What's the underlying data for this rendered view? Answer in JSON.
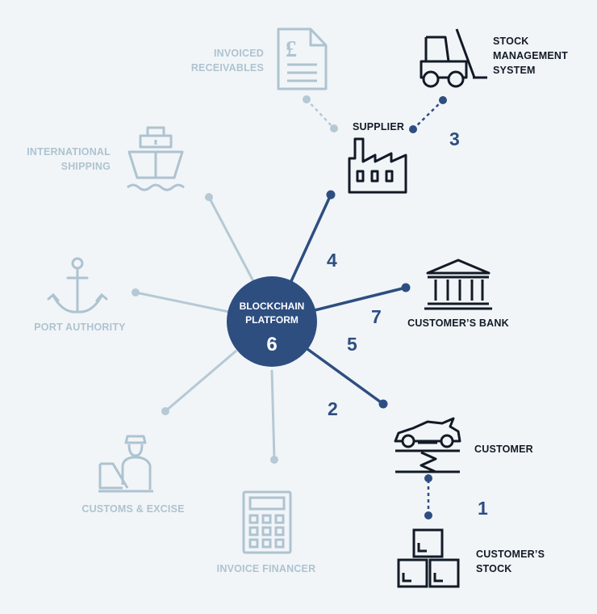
{
  "hub": {
    "line1": "BLOCKCHAIN",
    "line2": "PLATFORM",
    "step": "6"
  },
  "nodes": {
    "invoiced_receivables": {
      "line1": "INVOICED",
      "line2": "RECEIVABLES",
      "icon": "invoice-pound-icon"
    },
    "international_shipping": {
      "line1": "INTERNATIONAL",
      "line2": "SHIPPING",
      "icon": "ship-icon"
    },
    "port_authority": {
      "label": "PORT AUTHORITY",
      "icon": "anchor-icon"
    },
    "customs_excise": {
      "label": "CUSTOMS & EXCISE",
      "icon": "customs-officer-icon"
    },
    "invoice_financer": {
      "label": "INVOICE FINANCER",
      "icon": "calculator-icon"
    },
    "supplier": {
      "label": "SUPPLIER",
      "icon": "factory-icon"
    },
    "stock_management": {
      "line1": "STOCK",
      "line2": "MANAGEMENT",
      "line3": "SYSTEM",
      "icon": "forklift-icon"
    },
    "customers_bank": {
      "label": "CUSTOMER’S BANK",
      "icon": "bank-icon"
    },
    "customer": {
      "label": "CUSTOMER",
      "icon": "car-on-lift-icon"
    },
    "customers_stock": {
      "line1": "CUSTOMER’S",
      "line2": "STOCK",
      "icon": "stacked-boxes-icon"
    }
  },
  "steps": {
    "s1": "1",
    "s2": "2",
    "s3": "3",
    "s4": "4",
    "s5": "5",
    "s7": "7"
  },
  "colors": {
    "background": "#f1f5f8",
    "accent_dark": "#2e4e80",
    "faded": "#aec3d0",
    "icon_dark": "#121a26"
  }
}
